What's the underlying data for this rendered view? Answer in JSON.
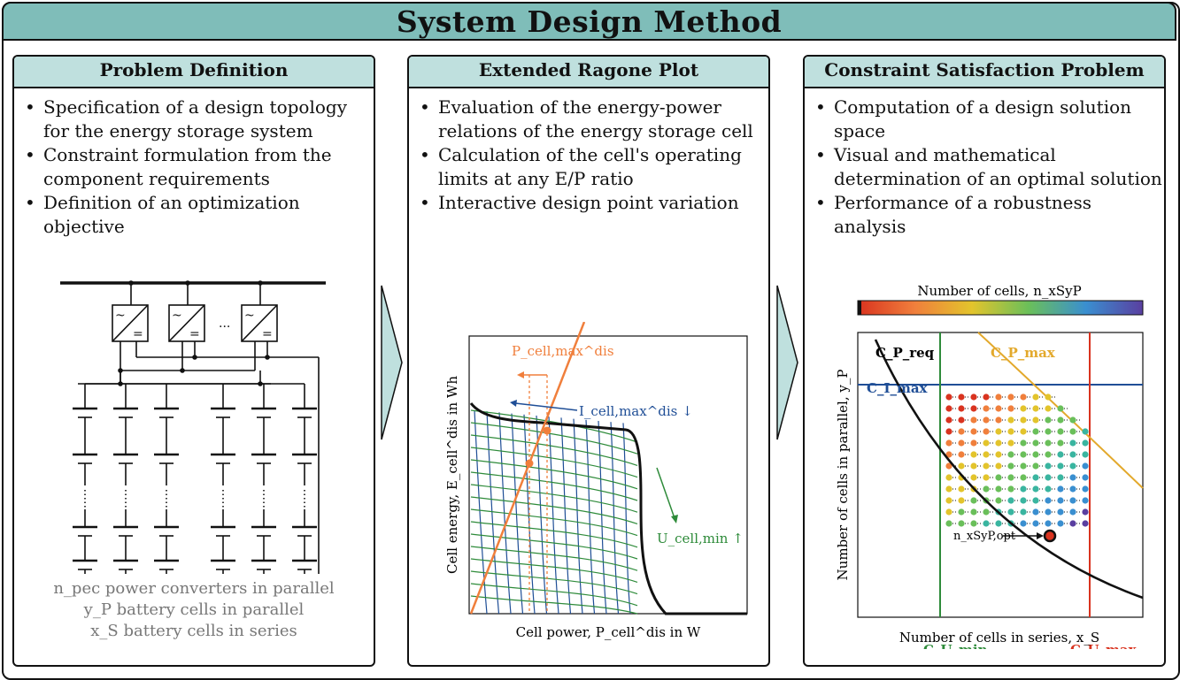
{
  "title": "System Design Method",
  "panels": [
    {
      "title": "Problem Definition",
      "bullets": [
        "Specification of a design topology for the energy storage system",
        "Constraint formulation from the component requirements",
        "Definition of an optimization objective"
      ],
      "caption": [
        "n_pec power converters in parallel",
        "y_P battery cells in parallel",
        "x_S battery cells in series"
      ],
      "dots_label": "..."
    },
    {
      "title": "Extended Ragone Plot",
      "bullets": [
        "Evaluation of the energy-power relations of the energy storage cell",
        "Calculation of the cell's operating limits at any E/P ratio",
        "Interactive design point variation"
      ],
      "xlabel": "Cell power, P_cell^dis in W",
      "ylabel": "Cell energy, E_cell^dis in Wh",
      "labels": {
        "p_max": "P_cell,max^dis",
        "i_max": "I_cell,max^dis ↓",
        "u_min": "U_cell,min ↑"
      }
    },
    {
      "title": "Constraint Satisfaction Problem",
      "bullets": [
        "Computation of a design solution space",
        "Visual and mathematical determination of an optimal solution",
        "Performance of a robustness analysis"
      ],
      "colorbar_label": "Number of cells, n_xSyP",
      "xlabel": "Number of cells in series, x_S",
      "ylabel": "Number of cells in parallel, y_P",
      "labels": {
        "c_preq": "C_P_req",
        "c_pmax": "C_P_max",
        "c_imax": "C_I_max",
        "c_umin": "C_U_min",
        "c_umax": "C_U_max",
        "n_opt": "n_xSyP,opt"
      }
    }
  ],
  "colors": {
    "header": "#7fbdb9",
    "panel_header": "#bfe0de",
    "orange": "#f07f3c",
    "blue": "#1f4e96",
    "green": "#2e8b3a",
    "red": "#d9331f",
    "gold": "#e3a92c"
  }
}
